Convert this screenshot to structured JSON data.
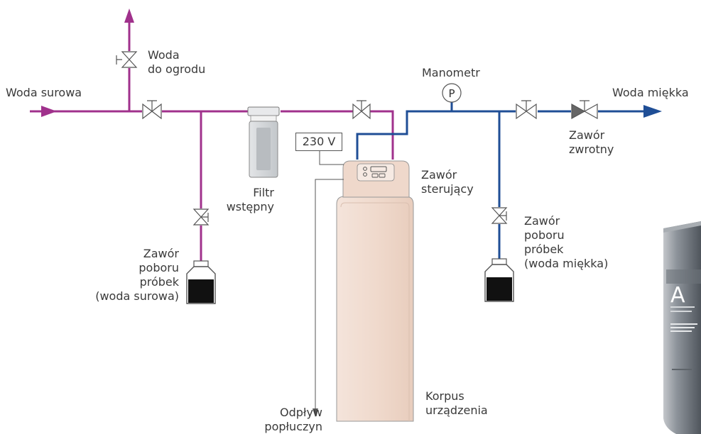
{
  "labels": {
    "raw_water": "Woda surowa",
    "garden_water": [
      "Woda",
      "do ogrodu"
    ],
    "manometer": "Manometr",
    "gauge_symbol": "P",
    "soft_water": "Woda miękka",
    "check_valve": [
      "Zawór",
      "zwrotny"
    ],
    "voltage": "230 V",
    "control_valve": [
      "Zawór",
      "sterujący"
    ],
    "prefilter": [
      "Filtr",
      "wstępny"
    ],
    "sample_raw": [
      "Zawór",
      "poboru",
      "próbek",
      "(woda surowa)"
    ],
    "sample_soft": [
      "Zawór",
      "poboru",
      "próbek",
      "(woda miękka)"
    ],
    "drain": [
      "Odpływ",
      "popłuczyn"
    ],
    "body": [
      "Korpus",
      "urządzenia"
    ]
  },
  "product_box": {
    "letter": "A"
  },
  "colors": {
    "raw_pipe": "#a0318c",
    "soft_pipe": "#1f4e96",
    "softener_body": "#f2ddd1",
    "text": "#3a3a3a"
  }
}
